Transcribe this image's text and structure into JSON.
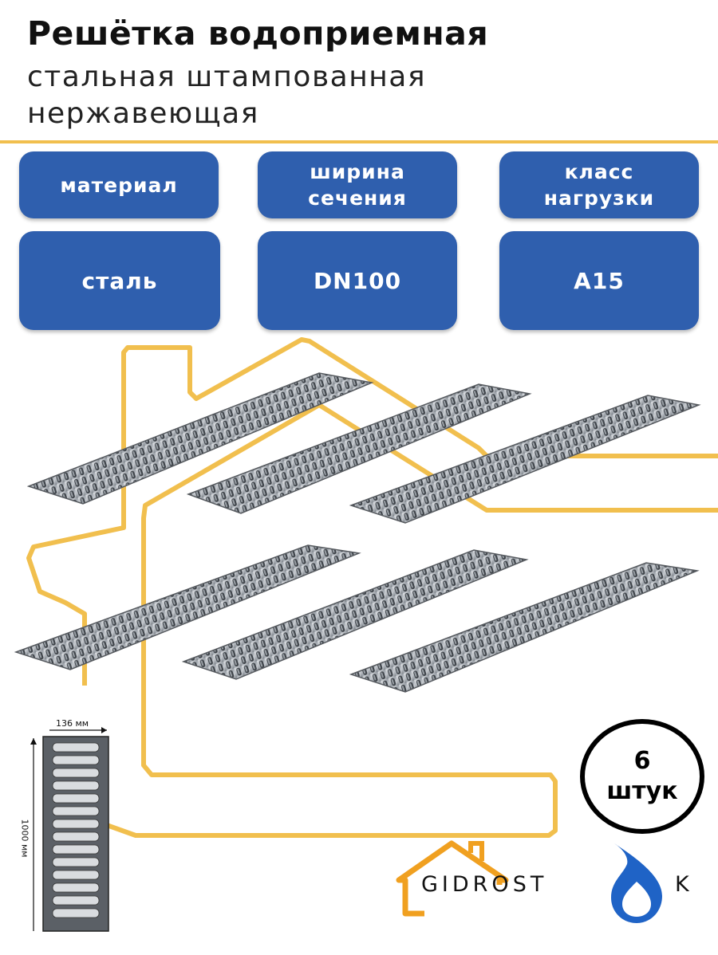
{
  "header": {
    "title": "Решётка водоприемная",
    "subtitle_line1": "стальная штампованная",
    "subtitle_line2": "нержавеющая"
  },
  "specs": [
    {
      "label": "материал",
      "value": "сталь"
    },
    {
      "label": "ширина сечения",
      "value": "DN100"
    },
    {
      "label": "класс нагрузки",
      "value": "A15"
    }
  ],
  "quantity": {
    "number": "6",
    "unit": "штук"
  },
  "dimensions": {
    "width": "136 мм",
    "length": "1000 мм"
  },
  "brand": {
    "name_part1": "GIDROST",
    "name_part2": "K",
    "icon": "drop-icon",
    "house_icon": "house-outline-icon"
  },
  "colors": {
    "accent": "#f1bf4e",
    "pill": "#2f5fae",
    "brand_orange": "#f0a020",
    "brand_blue": "#1f63c6"
  }
}
